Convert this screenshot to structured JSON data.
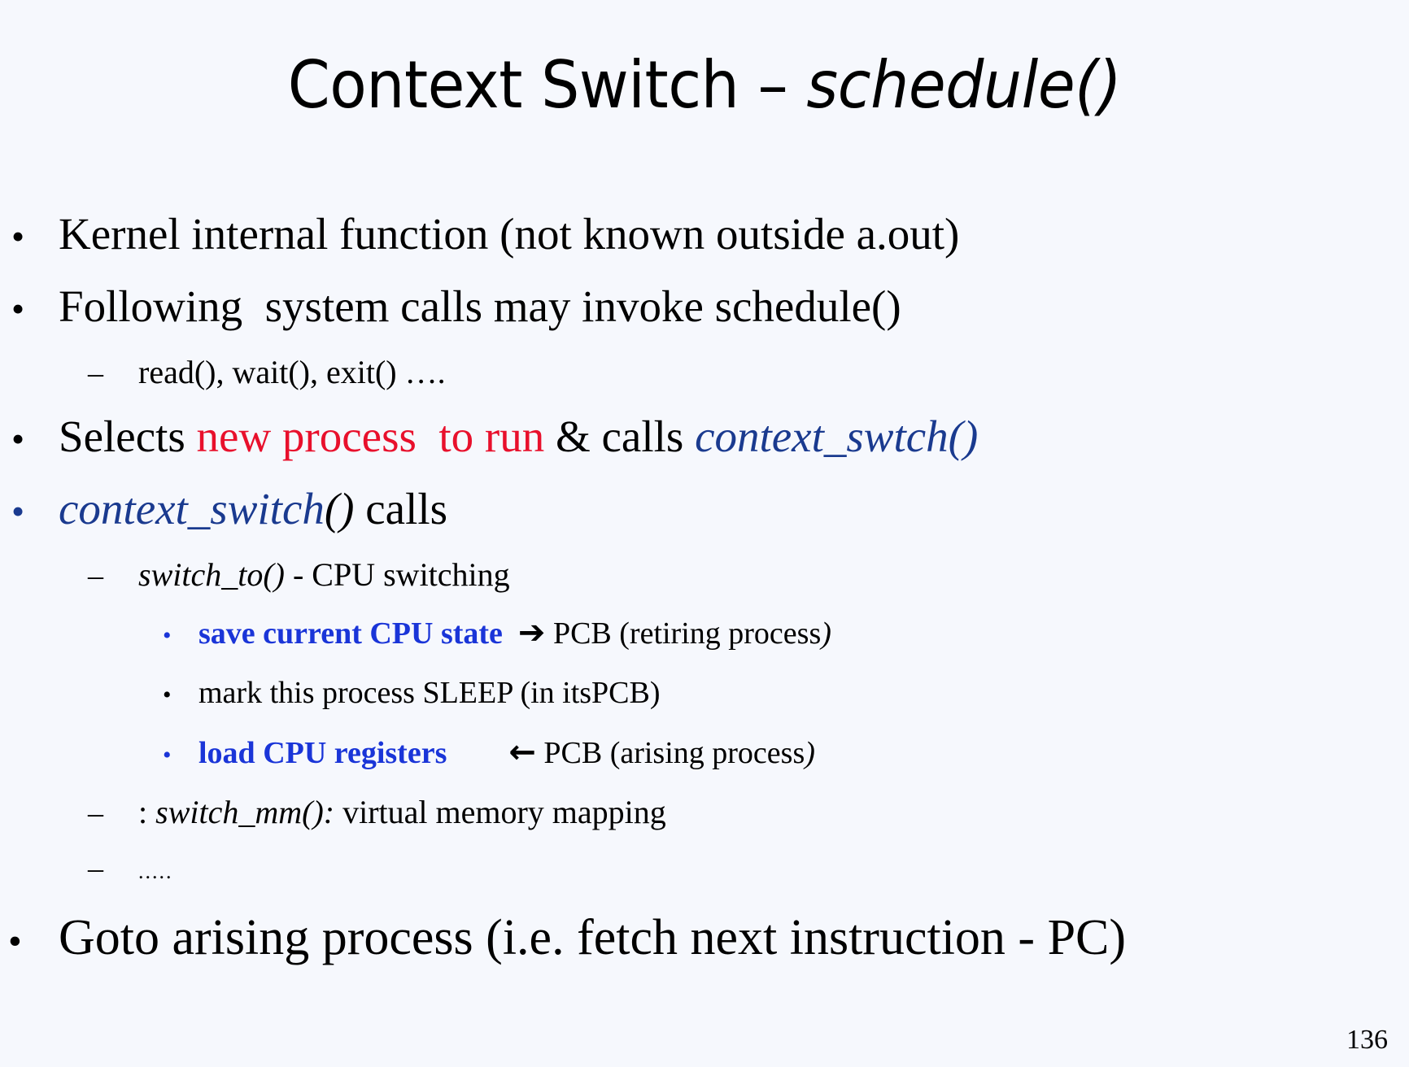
{
  "slide": {
    "background_color": "#f6f8fd",
    "title": {
      "plain": "Context Switch – ",
      "italic": "schedule()"
    },
    "page_number": "136",
    "colors": {
      "text": "#000000",
      "red": "#e8102c",
      "navy_blue": "#1a3a8f",
      "royal_blue": "#1a35d8"
    },
    "bullets": {
      "level1_glyph": "•",
      "level2_glyph": "–",
      "level3_glyph": "•"
    },
    "lines": [
      {
        "id": "kernel-internal-function",
        "level": 1,
        "text": "Kernel internal function (not known outside a.out)"
      },
      {
        "id": "following-system-calls",
        "level": 1,
        "text": "Following  system calls may invoke schedule()"
      },
      {
        "id": "read-wait-exit",
        "level": 2,
        "text": "read(), wait(), exit() …."
      },
      {
        "id": "selects-new-process",
        "level": 1,
        "parts": {
          "selects": "Selects ",
          "new_process": "new process  to run",
          "amp_calls": " & calls ",
          "context_swtch": "context_swtch()"
        }
      },
      {
        "id": "context-switch-calls",
        "level": 1,
        "parts": {
          "context_switch": "context_switch",
          "parens": "()",
          "calls": " calls"
        }
      },
      {
        "id": "switch-to-cpu-switching",
        "level": 2,
        "parts": {
          "switch_to": "switch_to()",
          "rest": " - CPU switching"
        }
      },
      {
        "id": "save-current-cpu-state",
        "level": 3,
        "parts": {
          "highlight": "save current CPU state",
          "gap": "  ",
          "arrow": "➔",
          "rest": " PCB (retiring process",
          "tail": ")"
        }
      },
      {
        "id": "mark-process-sleep",
        "level": 3,
        "text": "mark this process SLEEP (in itsPCB)"
      },
      {
        "id": "load-cpu-registers",
        "level": 3,
        "parts": {
          "highlight": "load CPU registers",
          "gap": "        ",
          "arrow": "←",
          "rest": " PCB (arising process",
          "tail": ")"
        }
      },
      {
        "id": "switch-mm-virtual-memory",
        "level": 2,
        "parts": {
          "prefix": ": ",
          "switch_mm": "switch_mm():",
          "rest": " virtual memory mapping"
        }
      },
      {
        "id": "ellipsis",
        "level": 4,
        "text": "....."
      },
      {
        "id": "goto-arising-process",
        "level": 1,
        "text": "Goto arising process (i.e. fetch next instruction - PC)"
      }
    ]
  }
}
